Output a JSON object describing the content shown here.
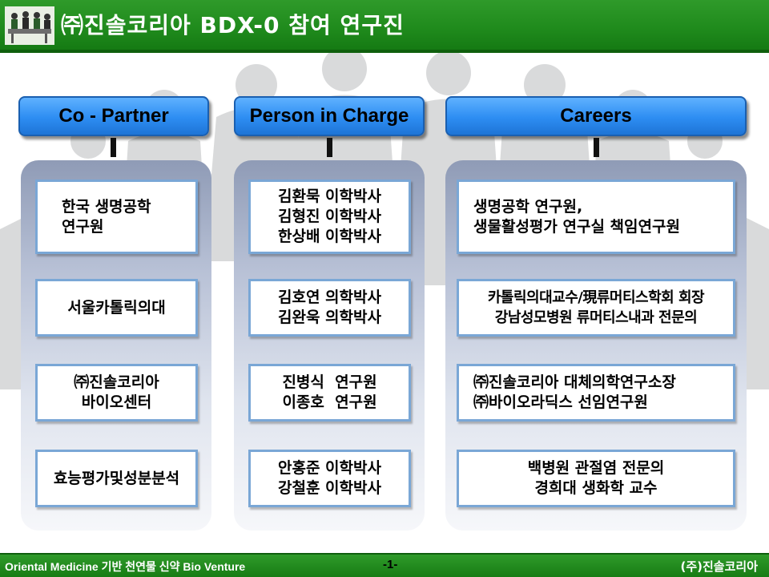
{
  "header": {
    "title": "㈜진솔코리아 BDX-0 참여 연구진"
  },
  "colors": {
    "header_green": "#1f8a1c",
    "column_head_blue": "#2d8df2",
    "card_border": "#7aa7d6"
  },
  "columns": [
    {
      "title": "Co - Partner",
      "cards": [
        {
          "lines": [
            "한국 생명공학",
            "연구원"
          ]
        },
        {
          "lines": [
            "서울카톨릭의대"
          ]
        },
        {
          "lines": [
            "㈜진솔코리아",
            "바이오센터"
          ]
        },
        {
          "lines": [
            "효능평가및성분분석"
          ]
        }
      ]
    },
    {
      "title": "Person in Charge",
      "cards": [
        {
          "lines": [
            "김환묵 이학박사",
            "김형진 이학박사",
            "한상배 이학박사"
          ]
        },
        {
          "lines": [
            "김호연 의학박사",
            "김완욱 의학박사"
          ]
        },
        {
          "lines": [
            "진병식  연구원",
            "이종호  연구원"
          ]
        },
        {
          "lines": [
            "안홍준 이학박사",
            "강철훈 이학박사"
          ]
        }
      ]
    },
    {
      "title": "Careers",
      "cards": [
        {
          "lines": [
            "생명공학 연구원,",
            "생물활성평가 연구실 책임연구원"
          ]
        },
        {
          "lines": [
            "카톨릭의대교수/現류머티스학회 회장",
            "강남성모병원 류머티스내과 전문의"
          ]
        },
        {
          "lines": [
            "㈜진솔코리아 대체의학연구소장",
            "㈜바이오라딕스 선임연구원"
          ]
        },
        {
          "lines": [
            "백병원 관절염 전문의",
            "경희대 생화학 교수"
          ]
        }
      ]
    }
  ],
  "footer": {
    "left_text": "Oriental Medicine 기반 천연물 신약 Bio Venture",
    "page_number": "-1-",
    "company": "(주)진솔코리아"
  }
}
